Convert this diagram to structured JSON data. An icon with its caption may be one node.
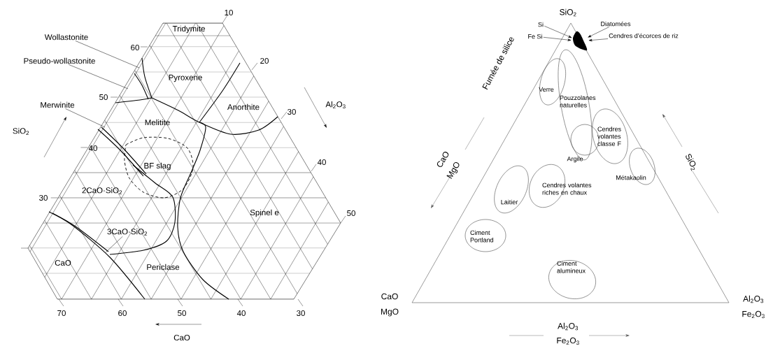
{
  "diagram": {
    "nodes": [
      {
        "text": [
          "Wollastonite"
        ]
      },
      {
        "text": [
          "Pseudo-wollastonite"
        ]
      },
      {
        "text": [
          "Merwinite"
        ]
      },
      {
        "text": [
          "3CaO·SiO$_{2}$"
        ]
      },
      {
        "text": [
          "Si"
        ]
      },
      {
        "text": [
          "Fe Si"
        ]
      },
      {
        "text": [],
        "shape": "blob"
      },
      {
        "text": [
          "Diatomées"
        ]
      },
      {
        "text": [
          "Cendres d’écorces de riz"
        ]
      },
      {
        "text": [
          "Verre"
        ]
      },
      {
        "text": [
          "Pouzzolanes naturelles"
        ]
      },
      {
        "text": [
          "Cendres volantes classe F"
        ]
      },
      {
        "text": [
          "Argile"
        ]
      },
      {
        "text": [
          "Métakaolin"
        ]
      },
      {
        "text": [
          "Cendres volantes riches en chaux"
        ]
      },
      {
        "text": [
          "Laitier"
        ]
      },
      {
        "text": [
          "Ciment Portland"
        ]
      },
      {
        "text": [
          "Ciment alumineux"
        ]
      }
    ],
    "edges": [
      {
        "from": 0,
        "to": null,
        "arrow": "none"
      },
      {
        "from": 1,
        "to": null,
        "arrow": "none"
      },
      {
        "from": 2,
        "to": null,
        "arrow": "none"
      },
      {
        "from": 3,
        "to": null,
        "arrow": "none"
      },
      {
        "from": 4,
        "to": 6,
        "arrow": "to"
      },
      {
        "from": 5,
        "to": 6,
        "arrow": "to"
      },
      {
        "from": 7,
        "to": 6,
        "arrow": "to"
      },
      {
        "from": 8,
        "to": 6,
        "arrow": "to"
      }
    ],
    "labels": [
      "10",
      "Tridymite",
      "60",
      "20",
      "Pyroxene",
      "50",
      "Anorthite",
      "Al$_{2}$O$_{3}$",
      "30",
      "Melitite",
      "SiO$_{2}$",
      "40",
      "BF slag",
      "40",
      "2CaO·SiO$_{2}$",
      "30",
      "Spinel e",
      "50",
      "CaO",
      "Periclase",
      "70",
      "60",
      "50",
      "40",
      "30",
      "CaO",
      "SiO$_{2}$",
      "Fumée de silice",
      "CaO",
      "MgO",
      "SiO$_{2}$",
      "CaO",
      "MgO",
      "Al$_{2}$O$_{3}$",
      "Fe$_{2}$O$_{3}$",
      "Al$_{2}$O$_{3}$",
      "Fe$_{2}$O$_{3}$"
    ]
  }
}
